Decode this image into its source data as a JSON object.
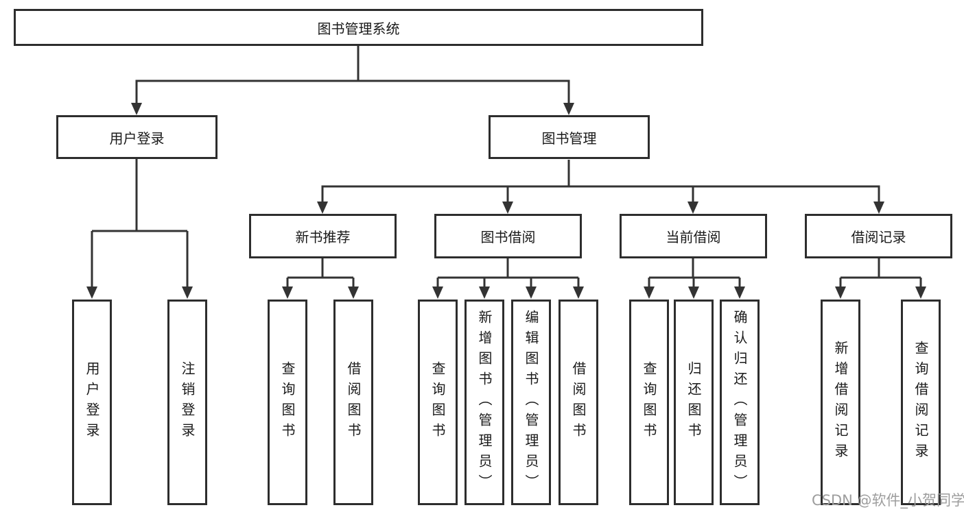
{
  "diagram": {
    "title": "图书管理系统",
    "nodes": {
      "root": {
        "label": "图书管理系统"
      },
      "level2": [
        {
          "id": "user-login",
          "label": "用户登录"
        },
        {
          "id": "book-management",
          "label": "图书管理"
        }
      ],
      "level3": [
        {
          "id": "new-book-recommend",
          "label": "新书推荐",
          "parent": "图书管理"
        },
        {
          "id": "book-borrow",
          "label": "图书借阅",
          "parent": "图书管理"
        },
        {
          "id": "current-borrow",
          "label": "当前借阅",
          "parent": "图书管理"
        },
        {
          "id": "borrow-records",
          "label": "借阅记录",
          "parent": "图书管理"
        }
      ],
      "leaves": [
        {
          "id": "leaf-user-login",
          "label": "用户登录",
          "parent": "用户登录"
        },
        {
          "id": "leaf-logout",
          "label": "注销登录",
          "parent": "用户登录"
        },
        {
          "id": "leaf-query-books-recommend",
          "label": "查询图书",
          "parent": "新书推荐"
        },
        {
          "id": "leaf-borrow-books-recommend",
          "label": "借阅图书",
          "parent": "新书推荐"
        },
        {
          "id": "leaf-query-books-borrow",
          "label": "查询图书",
          "parent": "图书借阅"
        },
        {
          "id": "leaf-add-book-admin",
          "label": "新增图书（管理员）",
          "parent": "图书借阅"
        },
        {
          "id": "leaf-edit-book-admin",
          "label": "编辑图书（管理员）",
          "parent": "图书借阅"
        },
        {
          "id": "leaf-borrow-books-borrow",
          "label": "借阅图书",
          "parent": "图书借阅"
        },
        {
          "id": "leaf-query-books-current",
          "label": "查询图书",
          "parent": "当前借阅"
        },
        {
          "id": "leaf-return-book",
          "label": "归还图书",
          "parent": "当前借阅"
        },
        {
          "id": "leaf-confirm-return-admin",
          "label": "确认归还（管理员）",
          "parent": "当前借阅"
        },
        {
          "id": "leaf-add-borrow-record",
          "label": "新增借阅记录",
          "parent": "借阅记录"
        },
        {
          "id": "leaf-query-borrow-record",
          "label": "查询借阅记录",
          "parent": "借阅记录"
        }
      ]
    },
    "watermark": "CSDN @软件_小贺同学",
    "colors": {
      "line": "#333333",
      "box_border": "#2d2d2d",
      "text": "#1a1a1a",
      "watermark": "#9d9d9d",
      "background": "#ffffff"
    }
  }
}
